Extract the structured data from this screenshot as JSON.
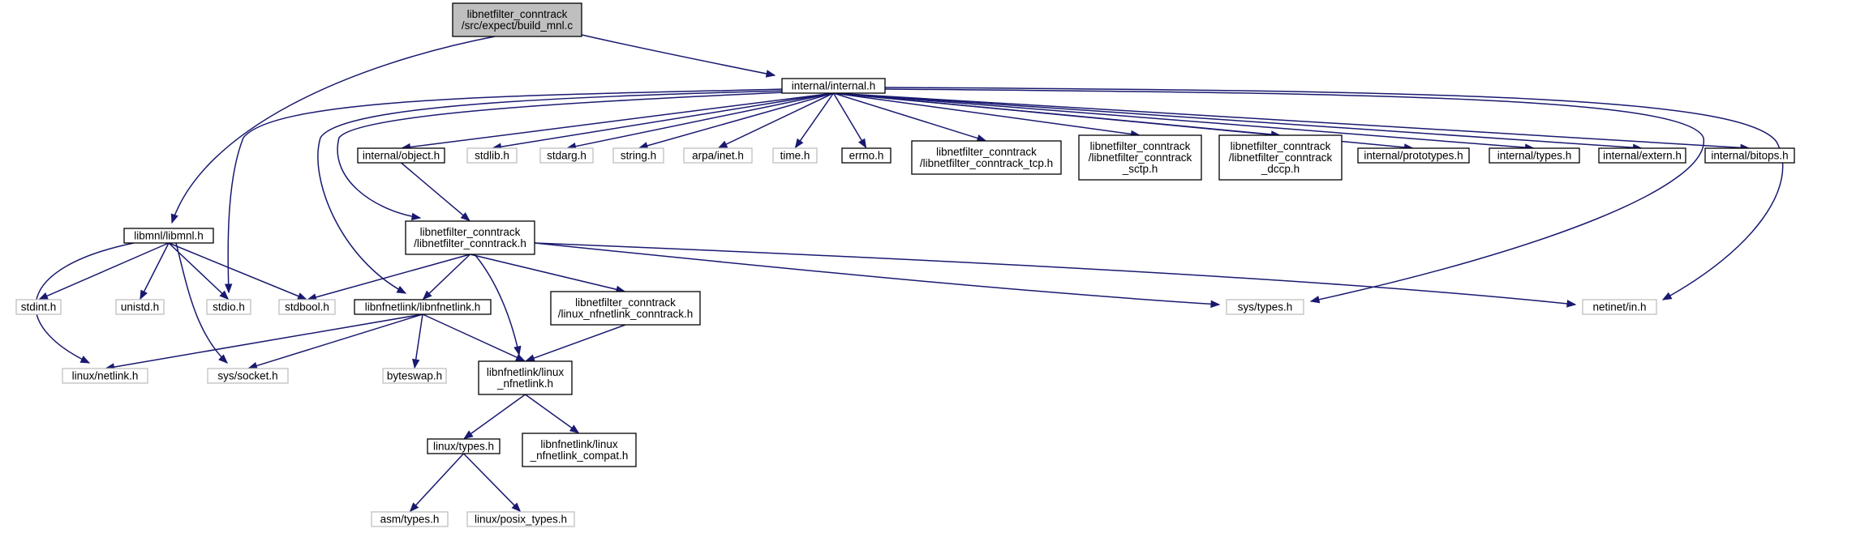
{
  "colors": {
    "edge": "#191970",
    "root_fill": "#bfbfbf",
    "box_border": "#000000",
    "missing_border": "#bfbfbf",
    "text": "#000000",
    "background": "#ffffff"
  },
  "graph": {
    "nodes": [
      {
        "id": "root",
        "lines": [
          "libnetfilter_conntrack",
          "/src/expect/build_mnl.c"
        ],
        "kind": "root"
      },
      {
        "id": "internal_internal",
        "lines": [
          "internal/internal.h"
        ],
        "kind": "header"
      },
      {
        "id": "libmnl",
        "lines": [
          "libmnl/libmnl.h"
        ],
        "kind": "header"
      },
      {
        "id": "internal_object",
        "lines": [
          "internal/object.h"
        ],
        "kind": "header"
      },
      {
        "id": "stdlib",
        "lines": [
          "stdlib.h"
        ],
        "kind": "missing"
      },
      {
        "id": "stdarg",
        "lines": [
          "stdarg.h"
        ],
        "kind": "missing"
      },
      {
        "id": "string",
        "lines": [
          "string.h"
        ],
        "kind": "missing"
      },
      {
        "id": "arpa_inet",
        "lines": [
          "arpa/inet.h"
        ],
        "kind": "missing"
      },
      {
        "id": "time",
        "lines": [
          "time.h"
        ],
        "kind": "missing"
      },
      {
        "id": "errno",
        "lines": [
          "errno.h"
        ],
        "kind": "header"
      },
      {
        "id": "ct_tcp",
        "lines": [
          "libnetfilter_conntrack",
          "/libnetfilter_conntrack_tcp.h"
        ],
        "kind": "header"
      },
      {
        "id": "ct_sctp",
        "lines": [
          "libnetfilter_conntrack",
          "/libnetfilter_conntrack",
          "_sctp.h"
        ],
        "kind": "header"
      },
      {
        "id": "ct_dccp",
        "lines": [
          "libnetfilter_conntrack",
          "/libnetfilter_conntrack",
          "_dccp.h"
        ],
        "kind": "header"
      },
      {
        "id": "internal_prototypes",
        "lines": [
          "internal/prototypes.h"
        ],
        "kind": "header"
      },
      {
        "id": "internal_types",
        "lines": [
          "internal/types.h"
        ],
        "kind": "header"
      },
      {
        "id": "internal_extern",
        "lines": [
          "internal/extern.h"
        ],
        "kind": "header"
      },
      {
        "id": "internal_bitops",
        "lines": [
          "internal/bitops.h"
        ],
        "kind": "header"
      },
      {
        "id": "ct_main",
        "lines": [
          "libnetfilter_conntrack",
          "/libnetfilter_conntrack.h"
        ],
        "kind": "header"
      },
      {
        "id": "stdint",
        "lines": [
          "stdint.h"
        ],
        "kind": "missing"
      },
      {
        "id": "unistd",
        "lines": [
          "unistd.h"
        ],
        "kind": "missing"
      },
      {
        "id": "stdio",
        "lines": [
          "stdio.h"
        ],
        "kind": "missing"
      },
      {
        "id": "stdbool",
        "lines": [
          "stdbool.h"
        ],
        "kind": "missing"
      },
      {
        "id": "libnfnetlink",
        "lines": [
          "libnfnetlink/libnfnetlink.h"
        ],
        "kind": "header"
      },
      {
        "id": "linux_nfnetlink_conntrack",
        "lines": [
          "libnetfilter_conntrack",
          "/linux_nfnetlink_conntrack.h"
        ],
        "kind": "header"
      },
      {
        "id": "sys_types",
        "lines": [
          "sys/types.h"
        ],
        "kind": "missing"
      },
      {
        "id": "netinet_in",
        "lines": [
          "netinet/in.h"
        ],
        "kind": "missing"
      },
      {
        "id": "linux_netlink",
        "lines": [
          "linux/netlink.h"
        ],
        "kind": "missing"
      },
      {
        "id": "sys_socket",
        "lines": [
          "sys/socket.h"
        ],
        "kind": "missing"
      },
      {
        "id": "byteswap",
        "lines": [
          "byteswap.h"
        ],
        "kind": "missing"
      },
      {
        "id": "linux_nfnetlink",
        "lines": [
          "libnfnetlink/linux",
          "_nfnetlink.h"
        ],
        "kind": "header"
      },
      {
        "id": "linux_types",
        "lines": [
          "linux/types.h"
        ],
        "kind": "header"
      },
      {
        "id": "nfnetlink_compat",
        "lines": [
          "libnfnetlink/linux",
          "_nfnetlink_compat.h"
        ],
        "kind": "header"
      },
      {
        "id": "asm_types",
        "lines": [
          "asm/types.h"
        ],
        "kind": "missing"
      },
      {
        "id": "linux_posix_types",
        "lines": [
          "linux/posix_types.h"
        ],
        "kind": "missing"
      }
    ],
    "edges": [
      [
        "root",
        "internal_internal"
      ],
      [
        "root",
        "libmnl"
      ],
      [
        "internal_internal",
        "internal_object"
      ],
      [
        "internal_internal",
        "stdlib"
      ],
      [
        "internal_internal",
        "stdarg"
      ],
      [
        "internal_internal",
        "string"
      ],
      [
        "internal_internal",
        "arpa_inet"
      ],
      [
        "internal_internal",
        "time"
      ],
      [
        "internal_internal",
        "errno"
      ],
      [
        "internal_internal",
        "ct_tcp"
      ],
      [
        "internal_internal",
        "ct_sctp"
      ],
      [
        "internal_internal",
        "ct_dccp"
      ],
      [
        "internal_internal",
        "internal_prototypes"
      ],
      [
        "internal_internal",
        "internal_types"
      ],
      [
        "internal_internal",
        "internal_extern"
      ],
      [
        "internal_internal",
        "internal_bitops"
      ],
      [
        "internal_internal",
        "stdio"
      ],
      [
        "internal_internal",
        "libnfnetlink"
      ],
      [
        "internal_internal",
        "ct_main"
      ],
      [
        "internal_internal",
        "sys_types"
      ],
      [
        "internal_internal",
        "netinet_in"
      ],
      [
        "internal_object",
        "ct_main"
      ],
      [
        "libmnl",
        "stdint"
      ],
      [
        "libmnl",
        "unistd"
      ],
      [
        "libmnl",
        "stdio"
      ],
      [
        "libmnl",
        "stdbool"
      ],
      [
        "libmnl",
        "linux_netlink"
      ],
      [
        "libmnl",
        "sys_socket"
      ],
      [
        "ct_main",
        "stdbool"
      ],
      [
        "ct_main",
        "libnfnetlink"
      ],
      [
        "ct_main",
        "linux_nfnetlink_conntrack"
      ],
      [
        "ct_main",
        "linux_nfnetlink"
      ],
      [
        "ct_main",
        "sys_types"
      ],
      [
        "ct_main",
        "netinet_in"
      ],
      [
        "libnfnetlink",
        "linux_netlink"
      ],
      [
        "libnfnetlink",
        "sys_socket"
      ],
      [
        "libnfnetlink",
        "byteswap"
      ],
      [
        "libnfnetlink",
        "linux_nfnetlink"
      ],
      [
        "linux_nfnetlink_conntrack",
        "linux_nfnetlink"
      ],
      [
        "linux_nfnetlink",
        "linux_types"
      ],
      [
        "linux_nfnetlink",
        "nfnetlink_compat"
      ],
      [
        "linux_types",
        "asm_types"
      ],
      [
        "linux_types",
        "linux_posix_types"
      ]
    ]
  }
}
